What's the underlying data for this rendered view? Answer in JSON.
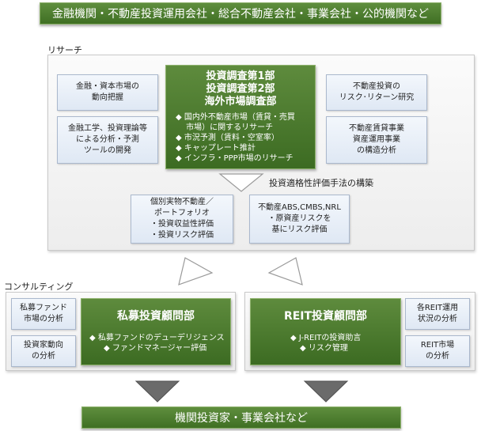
{
  "top_banner": "金融機関・不動産投資運用会社・総合不動産会社・事業会社・公的機関など",
  "bottom_banner": "機関投資家・事業会社など",
  "research": {
    "label": "リサーチ",
    "left_boxes": [
      {
        "lines": [
          "金融・資本市場の",
          "動向把握"
        ]
      },
      {
        "lines": [
          "金融工学、投資理論等",
          "による分析・予測",
          "ツールの開発"
        ]
      }
    ],
    "right_boxes": [
      {
        "lines": [
          "不動産投資の",
          "リスク･リターン研究"
        ]
      },
      {
        "lines": [
          "不動産賃貸事業",
          "資産運用事業",
          "の構造分析"
        ]
      }
    ],
    "dept": {
      "titles": [
        "投資調査第1部",
        "投資調査第2部",
        "海外市場調査部"
      ],
      "bullets": [
        "◆ 国内外不動産市場（賃貸・売買",
        "　 市場）に関するリサーチ",
        "◆ 市況予測（賃料・空室率）",
        "◆ キャップレート推計",
        "◆ インフラ・PPP市場のリサーチ"
      ]
    },
    "arrow_caption": "投資適格性評価手法の構築",
    "bottom_boxes": [
      {
        "lines": [
          "個別実物不動産／",
          "ポートフォリオ",
          "・投資収益性評価",
          "・投資リスク評価"
        ]
      },
      {
        "lines": [
          "不動産ABS,CMBS,NRL",
          "・原資産リスクを",
          "基にリスク評価"
        ]
      }
    ]
  },
  "consulting": {
    "label": "コンサルティング",
    "private": {
      "boxes": [
        {
          "lines": [
            "私募ファンド",
            "市場の分析"
          ]
        },
        {
          "lines": [
            "投資家動向",
            "の分析"
          ]
        }
      ],
      "title": "私募投資顧問部",
      "bullets": [
        "◆ 私募ファンドのデューデリジェンス",
        "◆ ファンドマネージャー評価"
      ]
    },
    "reit": {
      "title": "REIT投資顧問部",
      "bullets": [
        "◆ J-REITの投資助言",
        "◆ リスク管理"
      ],
      "boxes": [
        {
          "lines": [
            "各REIT運用",
            "状況の分析"
          ]
        },
        {
          "lines": [
            "REIT市場",
            "の分析"
          ]
        }
      ]
    }
  },
  "colors": {
    "green_dark": "#3f6f23",
    "green_light": "#5f8e3e",
    "box_blue": "#dfe8f4",
    "box_border": "#aab8cd",
    "section_gray": "#ededed",
    "arrow_gray": "#6b6b6b"
  }
}
